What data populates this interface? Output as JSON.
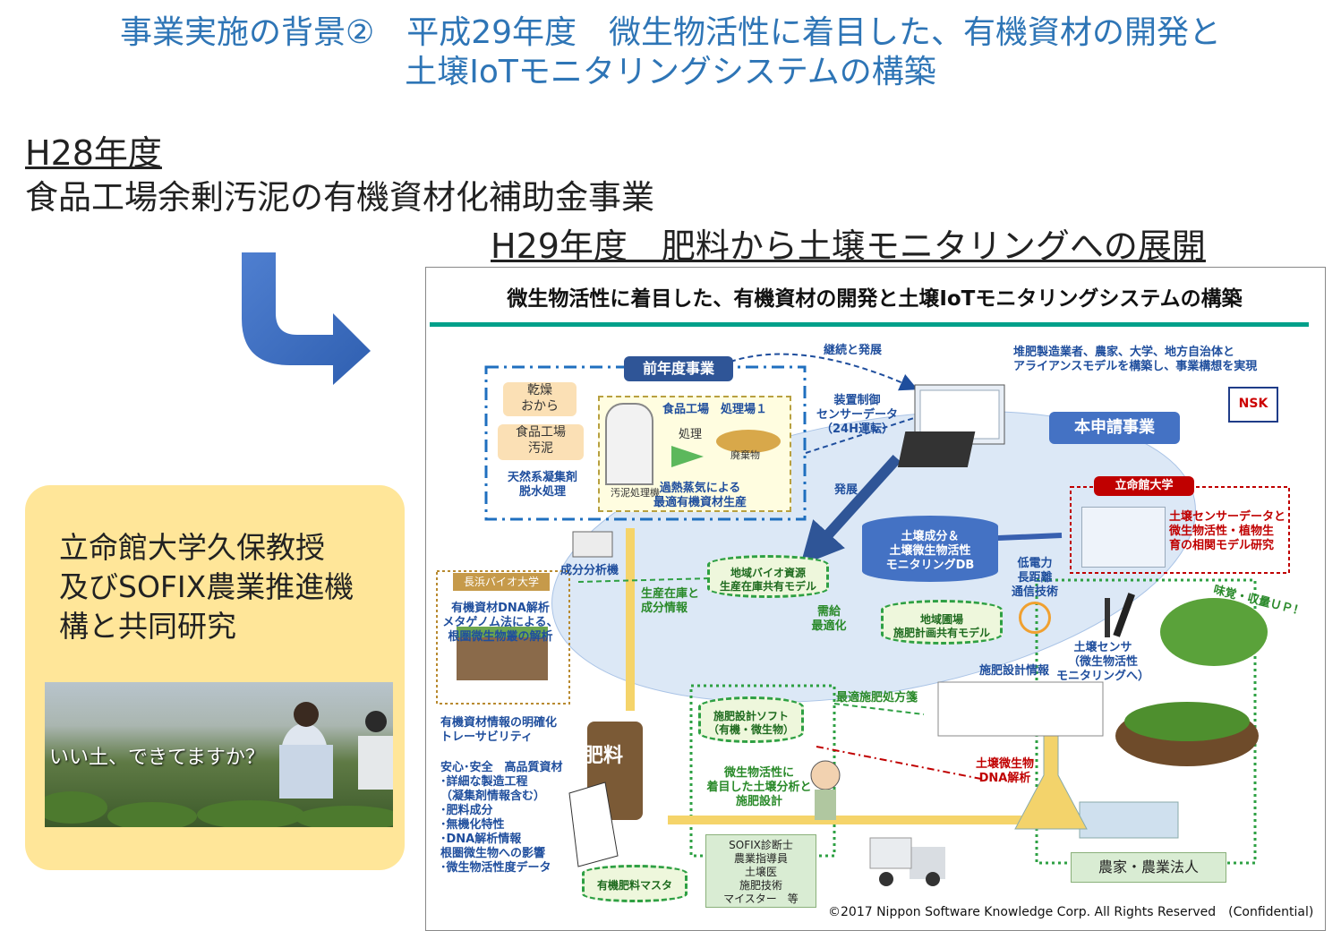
{
  "header": {
    "title_line1": "事業実施の背景②　平成29年度　微生物活性に着目した、有機資材の開発と",
    "title_line2": "土壌IoTモニタリングシステムの構築"
  },
  "h28": {
    "label": "H28年度",
    "subtitle": "食品工場余剰汚泥の有機資材化補助金事業"
  },
  "h29": {
    "label": "H29年度　肥料から土壌モニタリングへの展開"
  },
  "collab": {
    "text_line1": "立命館大学久保教授",
    "text_line2": "及びSOFIX農業推進機",
    "text_line3": "構と共同研究",
    "photo_caption": "いい土、できてますか？"
  },
  "diagram": {
    "title": "微生物活性に着目した、有機資材の開発と土壌IoTモニタリングシステムの構築",
    "prev_project": "前年度事業",
    "continue_label": "継続と発展",
    "alliance_line1": "堆肥製造業者、農家、大学、地方自治体と",
    "alliance_line2": "アライアンスモデルを構築し、事業構想を実現",
    "nsk_logo": "NSK",
    "chip_okara_1": "乾燥",
    "chip_okara_2": "おから",
    "chip_sludge_1": "食品工場",
    "chip_sludge_2": "汚泥",
    "natural_coag_1": "天然系凝集剤",
    "natural_coag_2": "脱水処理",
    "factory_label": "食品工場　処理場１",
    "process_label": "処理",
    "waste_label": "廃棄物",
    "sludge_machine": "汚泥処理機",
    "steam_1": "過熱蒸気による",
    "steam_2": "最適有機資材生産",
    "device_control_1": "装置制御",
    "device_control_2": "センサーデータ",
    "device_control_3": "（24H運転）",
    "main_project": "本申請事業",
    "develop_label": "発展",
    "ritsumei_badge": "立命館大学",
    "ritsumei_text_1": "土壌センサーデータと",
    "ritsumei_text_2": "微生物活性・植物生",
    "ritsumei_text_3": "育の相関モデル研究",
    "db_line1": "土壌成分＆",
    "db_line2": "土壌微生物活性",
    "db_line3": "モニタリングDB",
    "analyzer": "成分分析機",
    "nagahama_badge": "長浜バイオ大学",
    "nagahama_1": "有機資材DNA解析",
    "nagahama_2": "メタゲノム法による、",
    "nagahama_3": "根圏微生物叢の解析",
    "stock_1": "生産在庫と",
    "stock_2": "成分情報",
    "regional_bio_1": "地域バイオ資源",
    "regional_bio_2": "生産在庫共有モデル",
    "supply_1": "需給",
    "supply_2": "最適化",
    "regional_farm_1": "地域圃場",
    "regional_farm_2": "施肥計画共有モデル",
    "lpwa_1": "低電力",
    "lpwa_2": "長距離",
    "lpwa_3": "通信技術",
    "taste_up": "味覚・収量ＵＰ！",
    "sensor_1": "土壌センサ",
    "sensor_2": "（微生物活性",
    "sensor_3": "モニタリングへ）",
    "fert_design_info": "施肥設計情報",
    "optimal_fert": "最適施肥処方箋",
    "fert_software_1": "施肥設計ソフト",
    "fert_software_2": "（有機・微生物）",
    "trace_1": "有機資材情報の明確化",
    "trace_2": "トレーサビリティ",
    "quality_1": "安心･安全　高品質資材",
    "quality_2": "･詳細な製造工程",
    "quality_3": "（凝集剤情報含む）",
    "quality_4": "･肥料成分",
    "quality_5": "･無機化特性",
    "quality_6": "･DNA解析情報",
    "quality_7": "根圏微生物への影響",
    "quality_8": "･微生物活性度データ",
    "fertilizer_bag": "肥料",
    "soil_dna_1": "土壌微生物",
    "soil_dna_2": "DNA解析",
    "micro_analysis_1": "微生物活性に",
    "micro_analysis_2": "着目した土壌分析と",
    "micro_analysis_3": "施肥設計",
    "sofix_1": "SOFIX診断士",
    "sofix_2": "農業指導員",
    "sofix_3": "土壌医",
    "sofix_4": "施肥技術",
    "sofix_5": "マイスター　等",
    "organic_master": "有機肥料マスタ",
    "farmers": "農家・農業法人",
    "copyright": "©2017 Nippon Software Knowledge Corp. All Rights Reserved　(Confidential)"
  },
  "colors": {
    "title_blue": "#2e75b6",
    "badge_blue": "#2f5597",
    "accent_green": "#00a08a",
    "highlight_yellow": "#ffe699",
    "ritsumei_red": "#c00000"
  }
}
